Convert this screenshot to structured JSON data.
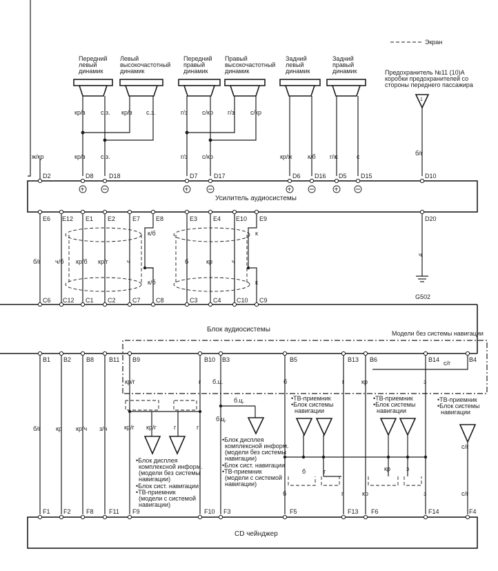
{
  "legend": {
    "screen": "Экран"
  },
  "fuse": {
    "label_1": "Предохранитель №11 (10)А",
    "label_2": "коробки предохранителей со",
    "label_3": "стороны переднего пассажира",
    "number": "1"
  },
  "speakers": {
    "front_left": [
      "Передний",
      "левый",
      "динамик"
    ],
    "left_tweeter": [
      "Левый",
      "высокочастотный",
      "динамик"
    ],
    "front_right": [
      "Передний",
      "правый",
      "динамик"
    ],
    "right_tweeter": [
      "Правый",
      "высокочастотный",
      "динамик"
    ],
    "rear_left": [
      "Задний",
      "левый",
      "динамик"
    ],
    "rear_right": [
      "Задний",
      "правый",
      "динамик"
    ]
  },
  "amplifier": {
    "title": "Усилитель аудиосистемы",
    "top_pins": [
      "D2",
      "D8",
      "D18",
      "D7",
      "D17",
      "D6",
      "D16",
      "D5",
      "D15",
      "D10"
    ],
    "bottom_pins": [
      "E6",
      "E12",
      "E1",
      "E2",
      "E7",
      "E8",
      "E3",
      "E4",
      "E10",
      "E9",
      "D20"
    ]
  },
  "top_wires": {
    "d2": "ж/кр",
    "d8_a": "кр/з",
    "d18_a": "с.з.",
    "d8_b": "кр/з",
    "d18_b": "с.з.",
    "d7_a": "г/з",
    "d17_a": "с/кр",
    "d7_b": "г/з",
    "d17_b": "с/кр",
    "d6": "кр/ж",
    "d16": "к/б",
    "d5": "г/ж",
    "d15": "с",
    "d10": "б/г"
  },
  "mid_wires": {
    "e6": "б/г",
    "e12": "ч/б",
    "e1": "кр/б",
    "e2": "кр/г",
    "e7": "ч",
    "e8_a": "к/б",
    "e8_b": "к/б",
    "e3": "б",
    "e4": "кр",
    "e10": "ч",
    "e9_a": "к",
    "e9_b": "к",
    "d20": "ч"
  },
  "ground": "G502",
  "audio_unit": {
    "title": "Блок аудиосистемы",
    "c_pins": [
      "C6",
      "C12",
      "C1",
      "C2",
      "C7",
      "C8",
      "C3",
      "C4",
      "C10",
      "C9"
    ],
    "b_pins": [
      "B1",
      "B2",
      "B8",
      "B11",
      "B9",
      "B10",
      "B3",
      "B5",
      "B13",
      "B6",
      "B14",
      "B4"
    ]
  },
  "nav_note": "Модели без системы навигации",
  "b_wires": {
    "b9": "кр/г",
    "b10": "г",
    "b3": "б.ц.",
    "b5": "б",
    "b13": "г",
    "b6": "кр",
    "b14": "з",
    "b4": "с/г"
  },
  "lower_wires": {
    "f1": "б/г",
    "f2": "кр",
    "f8": "кр/ч",
    "f11": "з/ч",
    "f9": "кр/г",
    "f9_loop": "кр/г",
    "f10_loop": "г",
    "f10_loop_b": "г",
    "f10": "г",
    "f3": "б.ц.",
    "f3_tap": "б.ц.",
    "f5": "б",
    "f5_loop": "б",
    "f13_loop": "г",
    "f13": "г",
    "f6": "кр",
    "f6_loop": "кр",
    "f14_loop": "з",
    "f14": "з",
    "f4_top": "с/г",
    "f4": "с/г"
  },
  "notes": {
    "left_display": [
      "•Блок дисплея",
      "комплексной информ.",
      "(модели без системы",
      "навигации)",
      "•Блок сист. навигации",
      "•ТВ-приемник",
      "(модели с системой",
      "навигации)"
    ],
    "mid_display": [
      "•Блок дисплея",
      "комплексной информ.",
      "(модели без системы",
      "навигации)",
      "•Блок сист. навигации",
      "•ТВ-приемник",
      "(модели с системой",
      "навигации)"
    ],
    "tv_nav_1": [
      "•ТВ-приемник",
      "•Блок системы",
      "навигации"
    ],
    "tv_nav_2": [
      "•ТВ-приемник",
      "•Блок системы",
      "навигации"
    ],
    "tv_nav_3": [
      "•ТВ-приемник",
      "•Блок системы",
      "навигации"
    ]
  },
  "changer": {
    "title": "CD чейнджер",
    "f_pins": [
      "F1",
      "F2",
      "F8",
      "F11",
      "F9",
      "F10",
      "F3",
      "F5",
      "F13",
      "F6",
      "F14",
      "F4"
    ]
  }
}
